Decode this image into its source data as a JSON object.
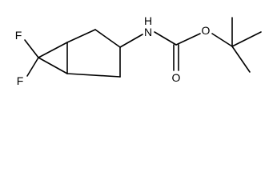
{
  "molecule": {
    "atoms": {
      "f_top": "F",
      "f_bottom": "F",
      "nh": "H",
      "n": "N",
      "o_ester": "O",
      "o_carbonyl": "O"
    }
  }
}
